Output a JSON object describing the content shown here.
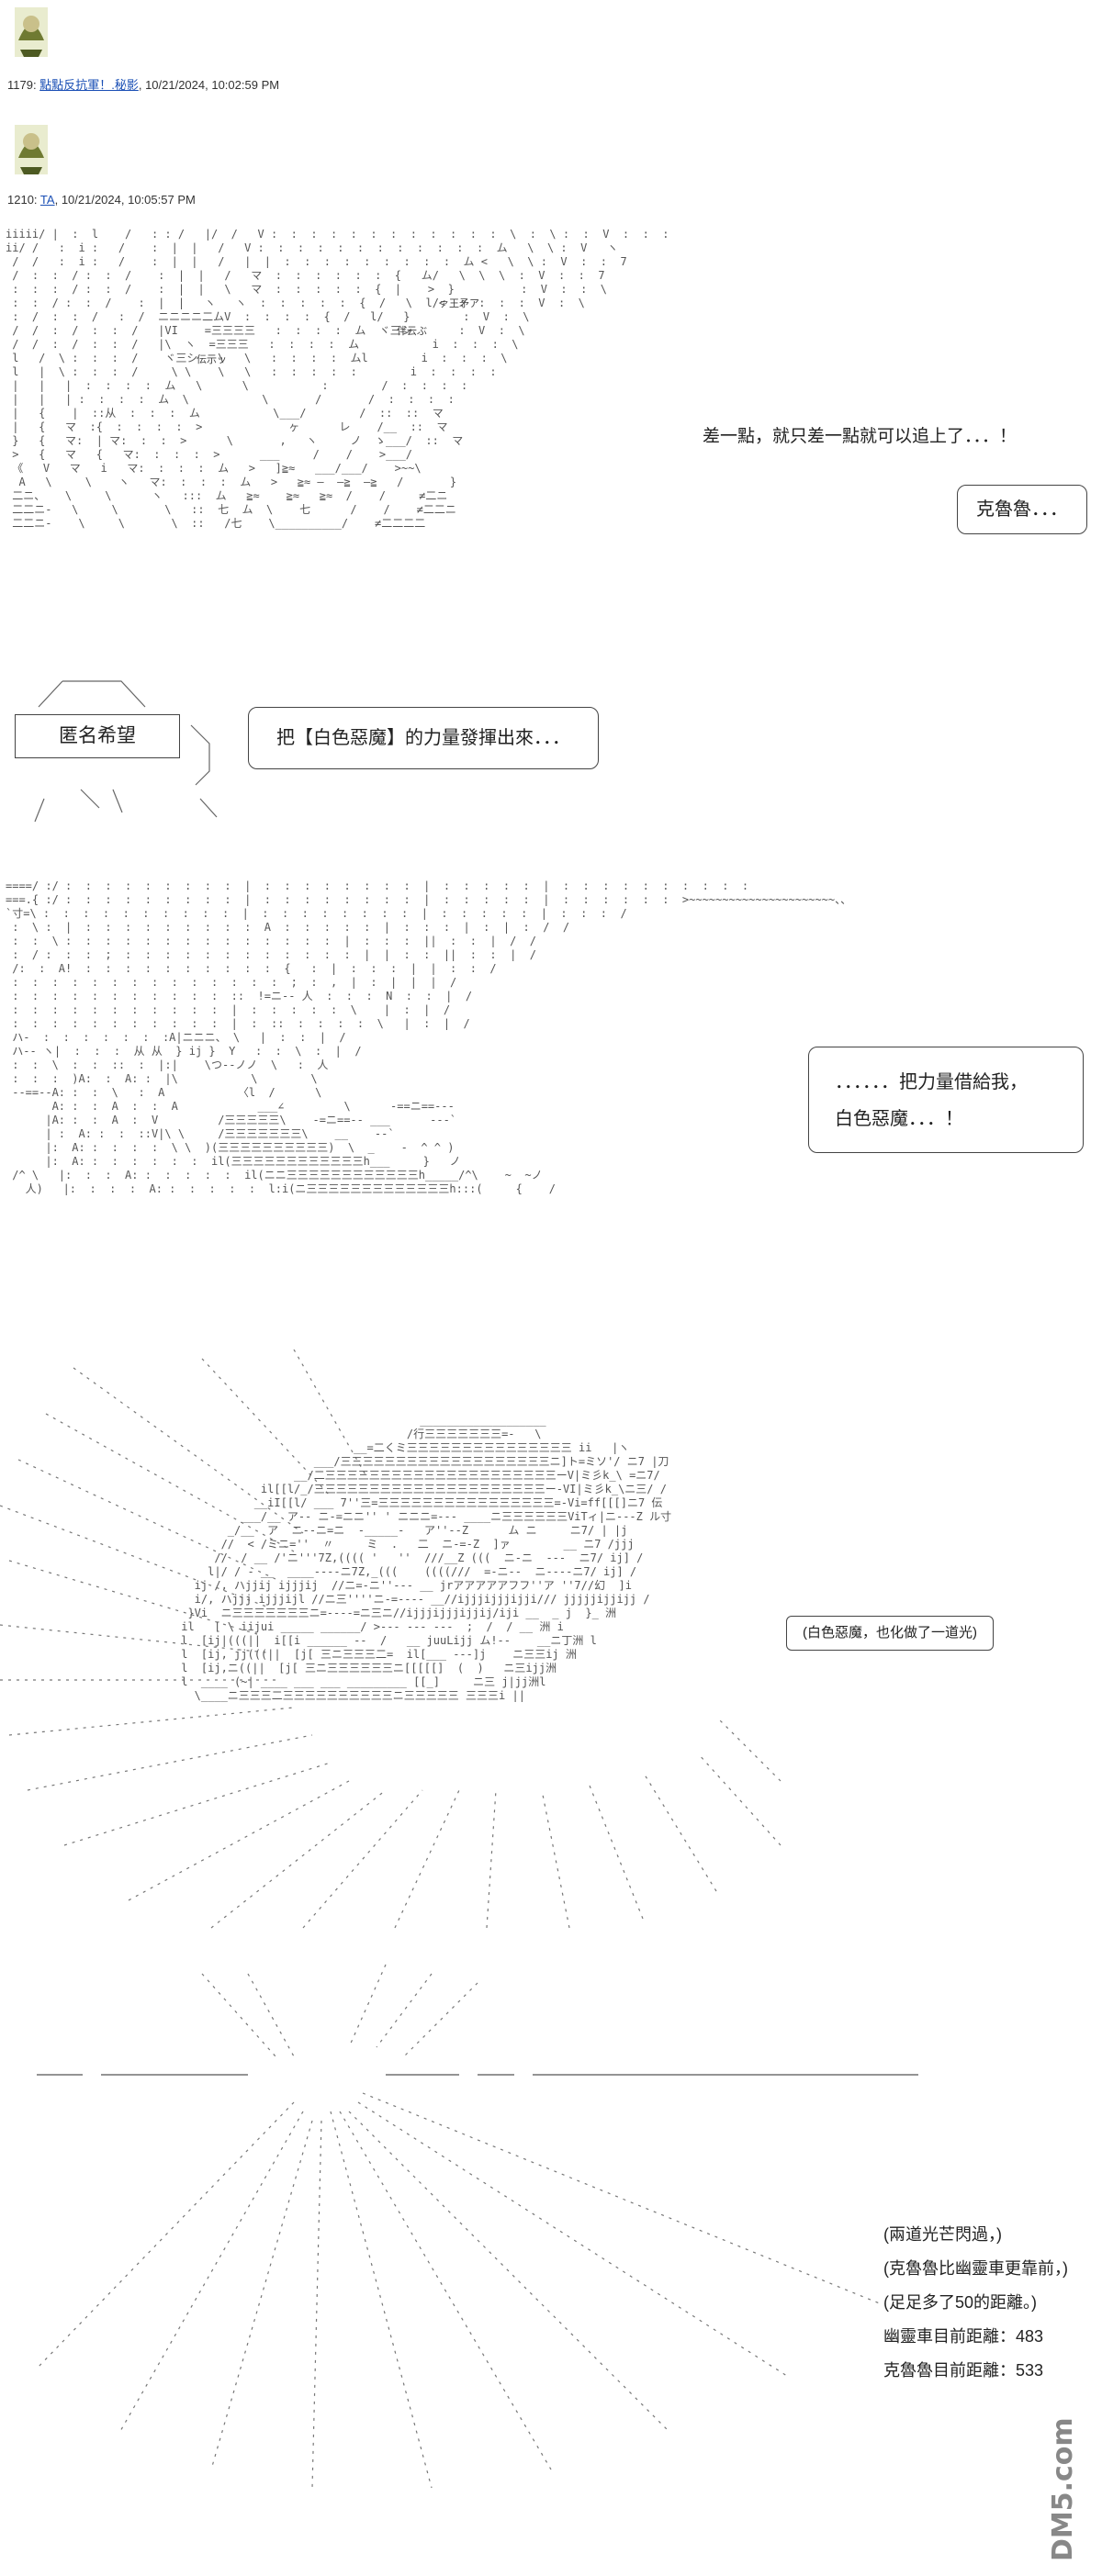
{
  "posts": [
    {
      "number": "1179",
      "author": "點點反抗軍！.秘影",
      "timestamp": "10/21/2024, 10:02:59 PM"
    },
    {
      "number": "1210",
      "author": "TA",
      "timestamp": "10/21/2024, 10:05:57 PM"
    }
  ],
  "panel1": {
    "narration": "差一點，就只差一點就可以追上了．．．！",
    "speaker_bubble": "克魯魯．．．"
  },
  "panel2": {
    "name_box": "匿名希望",
    "bubble": "把【白色惡魔】的力量發揮出來．．．"
  },
  "panel3": {
    "bubble_line1": "．．．．．．把力量借給我，",
    "bubble_line2": "白色惡魔．．．！"
  },
  "panel4": {
    "caption": "(白色惡魔，也化做了一道光)"
  },
  "panel5": {
    "line1": "(兩道光芒閃過，)",
    "line2": "(克魯魯比幽靈車更靠前，)",
    "line3": "(足足多了50的距離。)",
    "line4": "幽靈車目前距離：483",
    "line5": "克魯魯目前距離：533"
  },
  "aa_tags": {
    "t1": "ァ王矛ア",
    "t2": "伴云ぶ",
    "t3": "伝示ッ"
  },
  "watermark": "DM5.com"
}
